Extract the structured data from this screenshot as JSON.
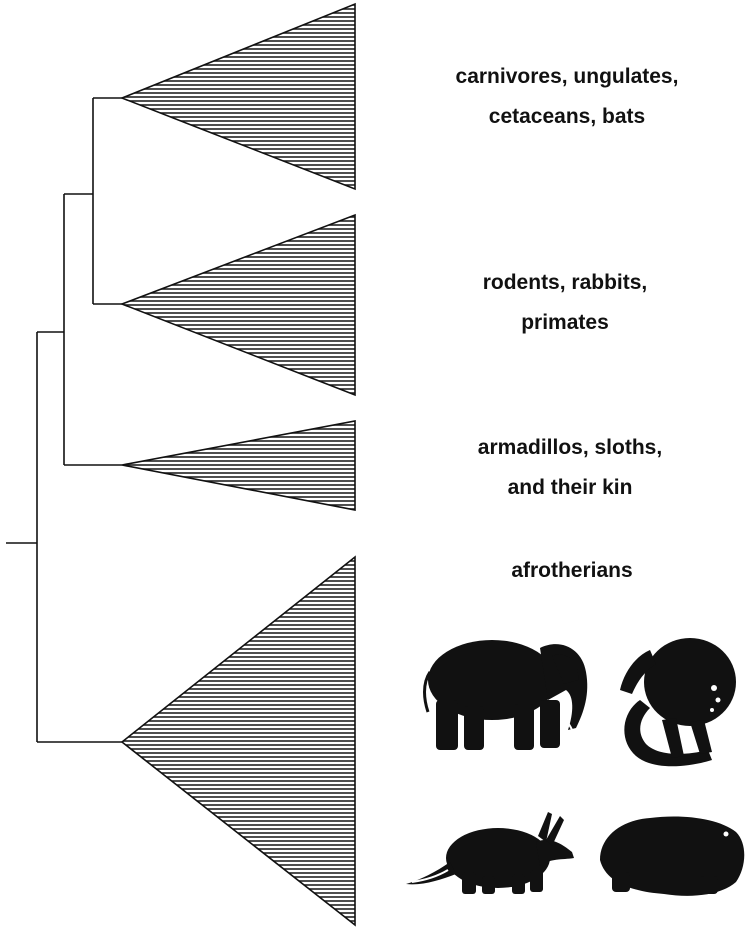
{
  "tree": {
    "clades": [
      {
        "id": "laurasiatheria",
        "label_lines": [
          "carnivores, ungulates,",
          "cetaceans, bats"
        ]
      },
      {
        "id": "euarchontoglires",
        "label_lines": [
          "rodents, rabbits,",
          "primates"
        ]
      },
      {
        "id": "xenarthra",
        "label_lines": [
          "armadillos, sloths,",
          "and their kin"
        ]
      },
      {
        "id": "afrotheria",
        "label_lines": [
          "afrotherians"
        ]
      }
    ],
    "silhouettes": [
      "elephant-silhouette",
      "golden-mole-silhouette",
      "aardvark-silhouette",
      "hyrax-silhouette"
    ]
  },
  "colors": {
    "ink": "#111111",
    "hatch": "#222222",
    "background": "#ffffff"
  }
}
